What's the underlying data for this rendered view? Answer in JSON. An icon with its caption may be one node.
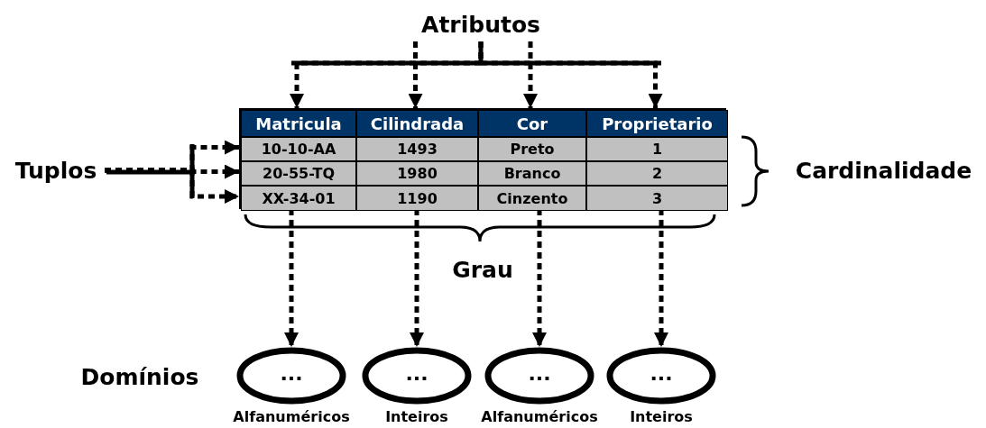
{
  "diagram": {
    "nodes": [
      {
        "text": [
          "Atributos"
        ]
      },
      {
        "text": [],
        "shape": "box"
      },
      {
        "text": [
          "Matricula"
        ],
        "in": 1
      },
      {
        "text": [
          "Cilindrada"
        ],
        "in": 1
      },
      {
        "text": [
          "Cor"
        ],
        "in": 1
      },
      {
        "text": [
          "Proprietario"
        ],
        "in": 1
      },
      {
        "text": [
          "10-10-AA",
          "1493",
          "Preto",
          "1"
        ],
        "in": 1
      },
      {
        "text": [
          "20-55-TQ",
          "1980",
          "Branco",
          "2"
        ],
        "in": 1
      },
      {
        "text": [
          "XX-34-01",
          "1190",
          "Cinzento",
          "3"
        ],
        "in": 1
      },
      {
        "text": [
          "Tuplos"
        ]
      },
      {
        "text": [
          "..."
        ],
        "beside": [
          "Alfanuméricos"
        ]
      },
      {
        "text": [
          "..."
        ],
        "beside": [
          "Inteiros"
        ]
      },
      {
        "text": [
          "..."
        ],
        "beside": [
          "Alfanuméricos"
        ]
      },
      {
        "text": [
          "..."
        ],
        "beside": [
          "Inteiros"
        ]
      }
    ],
    "edges": [
      {
        "from": 0,
        "to": 2,
        "arrow": "to",
        "style": "dashed"
      },
      {
        "from": 0,
        "to": 3,
        "arrow": "to",
        "style": "dashed"
      },
      {
        "from": 0,
        "to": 4,
        "arrow": "to",
        "style": "dashed"
      },
      {
        "from": 0,
        "to": 5,
        "arrow": "to",
        "style": "dashed"
      },
      {
        "from": 9,
        "to": 6,
        "arrow": "to",
        "style": "dashed"
      },
      {
        "from": 9,
        "to": 7,
        "arrow": "to",
        "style": "dashed"
      },
      {
        "from": 9,
        "to": 8,
        "arrow": "to",
        "style": "dashed"
      },
      {
        "from": 1,
        "to": 10,
        "arrow": "to",
        "style": "dashed"
      },
      {
        "from": 1,
        "to": 11,
        "arrow": "to",
        "style": "dashed"
      },
      {
        "from": 1,
        "to": 12,
        "arrow": "to",
        "style": "dashed"
      },
      {
        "from": 1,
        "to": 13,
        "arrow": "to",
        "style": "dashed"
      }
    ],
    "labels": [
      "Cardinalidade",
      "Grau",
      "Domínios"
    ]
  }
}
